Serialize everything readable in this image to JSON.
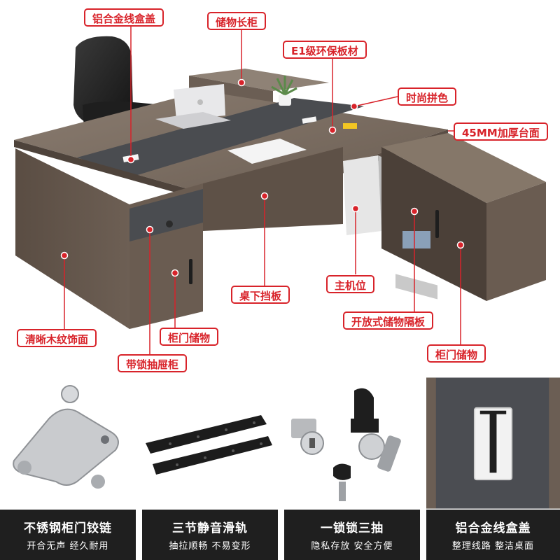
{
  "colors": {
    "accent": "#d8232a",
    "wood": "#5c5046",
    "wood_top": "#7a6d62",
    "stripe": "#4a4c50",
    "caption_bg": "#1f1f1f"
  },
  "callouts": [
    {
      "id": "wire-box-cover",
      "text": "铝合金线盒盖"
    },
    {
      "id": "storage-cabinet",
      "text": "储物长柜"
    },
    {
      "id": "e1-board",
      "text": "E1级环保板材"
    },
    {
      "id": "color-match",
      "text": "时尚拼色"
    },
    {
      "id": "thick-top",
      "text": "45MM加厚台面"
    },
    {
      "id": "wood-grain",
      "text": "清晰木纹饰面"
    },
    {
      "id": "modesty-panel",
      "text": "桌下挡板"
    },
    {
      "id": "cpu-slot",
      "text": "主机位"
    },
    {
      "id": "open-shelf",
      "text": "开放式储物隔板"
    },
    {
      "id": "door-storage-left",
      "text": "柜门储物"
    },
    {
      "id": "lock-drawer",
      "text": "带锁抽屉柜"
    },
    {
      "id": "door-storage-right",
      "text": "柜门储物"
    }
  ],
  "features": [
    {
      "icon": "hinge-icon",
      "title": "不锈钢柜门铰链",
      "subtitle": "开合无声 经久耐用"
    },
    {
      "icon": "slide-rail-icon",
      "title": "三节静音滑轨",
      "subtitle": "抽拉顺畅 不易变形"
    },
    {
      "icon": "lock-icon",
      "title": "一锁锁三抽",
      "subtitle": "隐私存放 安全方便"
    },
    {
      "icon": "wire-box-icon",
      "title": "铝合金线盒盖",
      "subtitle": "整理线路 整洁桌面"
    }
  ]
}
